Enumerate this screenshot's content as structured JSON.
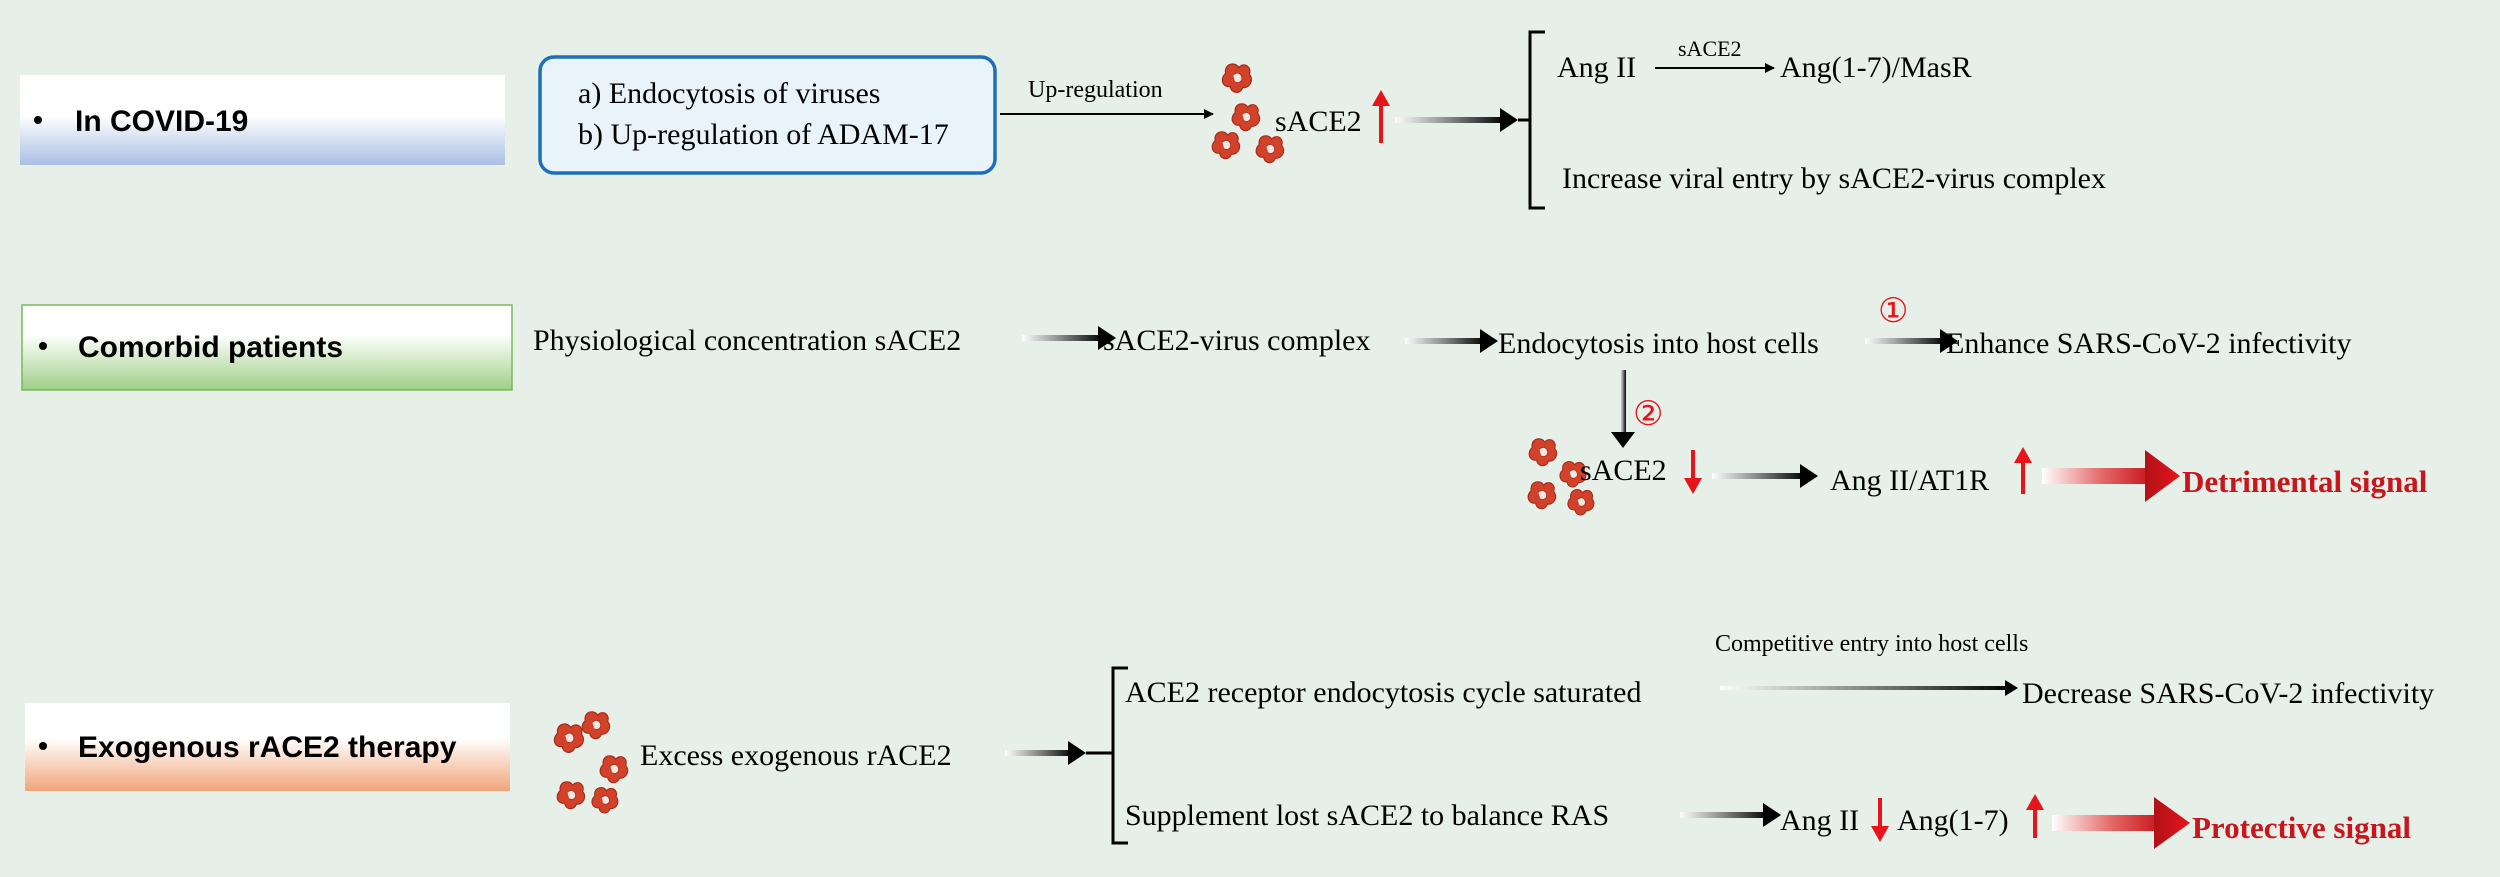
{
  "sections": {
    "covid": {
      "label": "In COVID-19"
    },
    "comorbid": {
      "label": "Comorbid patients"
    },
    "therapy": {
      "label": "Exogenous rACE2 therapy"
    }
  },
  "covid": {
    "box_line_a": "a)   Endocytosis of viruses",
    "box_line_b": "b)   Up-regulation of ADAM-17",
    "upregulation_label": "Up-regulation",
    "sace2": "sACE2",
    "ang2": "Ang II",
    "sace2_small": "sACE2",
    "ang17_masr": "Ang(1-7)/MasR",
    "viral_entry": "Increase viral entry by sACE2-virus complex"
  },
  "comorbid": {
    "physiological": "Physiological concentration sACE2",
    "complex": "sACE2-virus complex",
    "endocytosis": "Endocytosis into host cells",
    "marker_1": "①",
    "enhance": "Enhance SARS-CoV-2 infectivity",
    "marker_2": "②",
    "sace2": "sACE2",
    "ang2_at1r": "Ang II/AT1R",
    "detrimental": "Detrimental signal"
  },
  "therapy": {
    "excess": "Excess exogenous rACE2",
    "receptor": "ACE2 receptor  endocytosis cycle saturated",
    "competitive": "Competitive entry into host cells",
    "decrease": "Decrease SARS-CoV-2 infectivity",
    "supplement": "Supplement lost sACE2 to balance RAS",
    "ang2": "Ang II",
    "ang17": "Ang(1-7)",
    "protective": "Protective signal"
  },
  "colors": {
    "background": "#e7efe9",
    "covid_band": "#a9bfe4",
    "comorbid_band": "#9fcf86",
    "therapy_band": "#f0a67a",
    "arrow_red": "#e8141b",
    "signal_red": "#c8161d",
    "box_border": "#1c6fb8",
    "protein": "#d2412a"
  }
}
